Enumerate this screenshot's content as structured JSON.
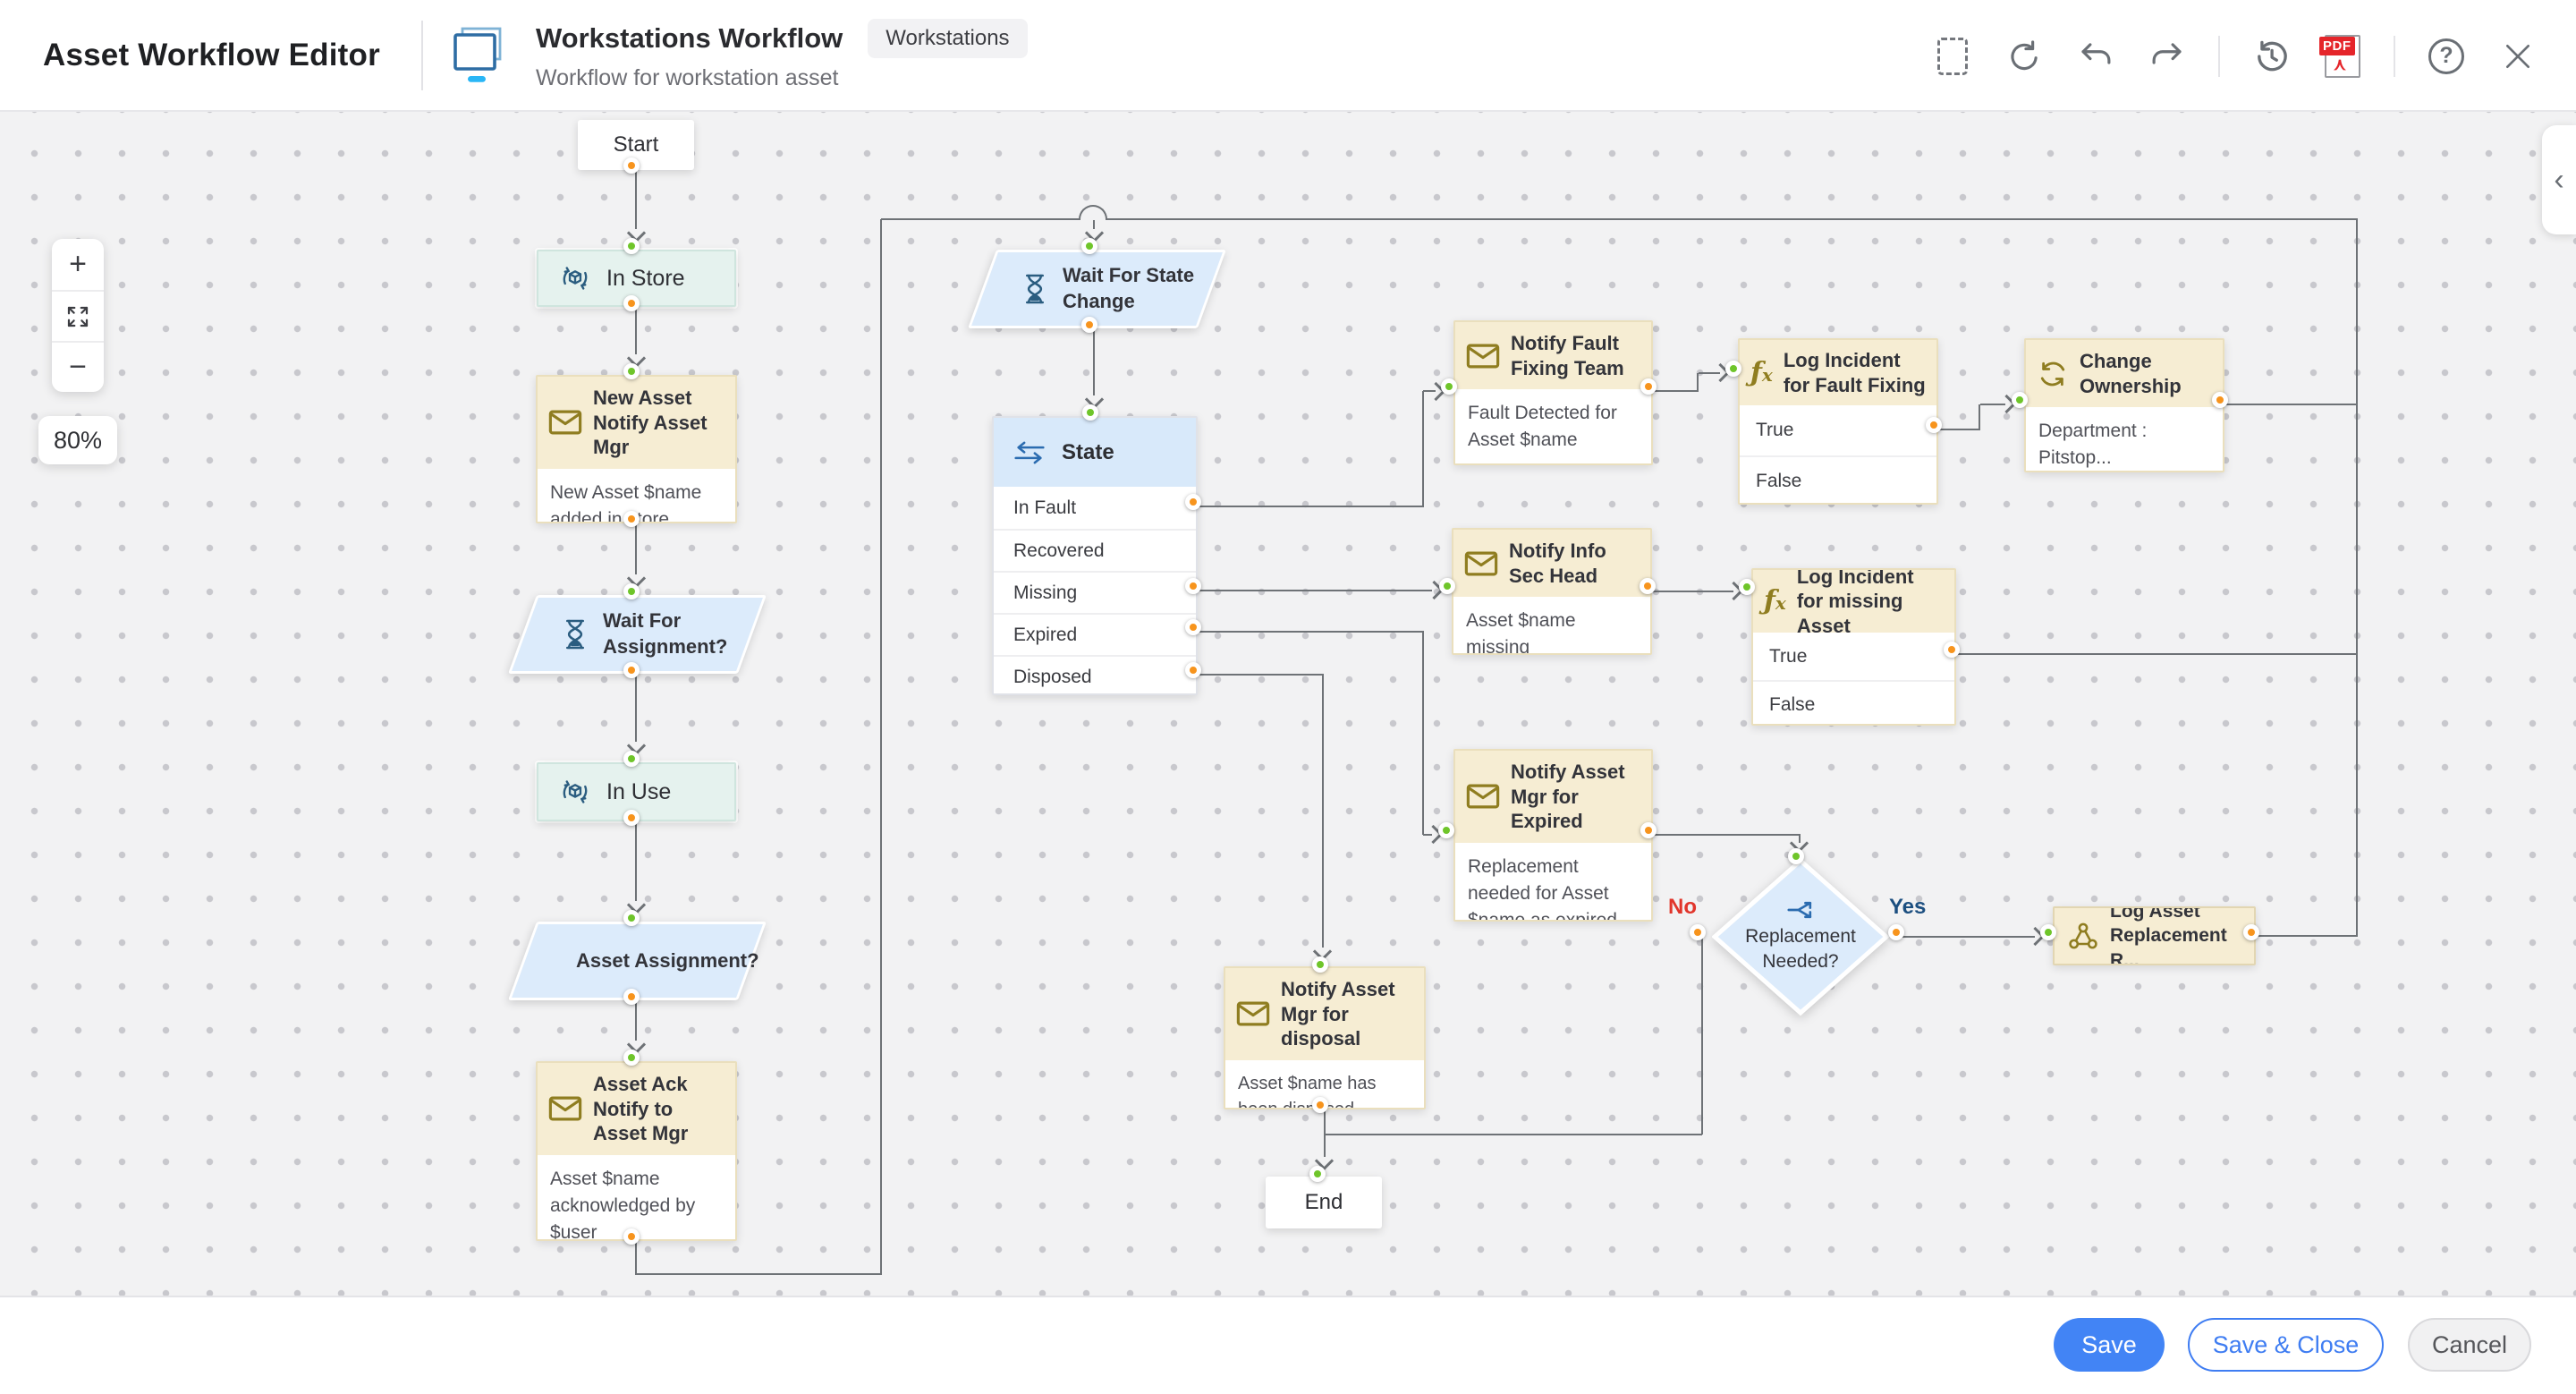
{
  "header": {
    "app_title": "Asset Workflow Editor",
    "workflow_title": "Workstations Workflow",
    "workflow_badge": "Workstations",
    "workflow_subtitle": "Workflow for workstation asset"
  },
  "zoom_controls": {
    "level": "80%"
  },
  "icons": {
    "help_glyph": "?",
    "pdf_label": "PDF",
    "collapse_glyph": "‹",
    "zoom_in_glyph": "+",
    "zoom_out_glyph": "−"
  },
  "footer": {
    "save": "Save",
    "save_and_close": "Save & Close",
    "cancel": "Cancel"
  },
  "nodes": {
    "start": {
      "label": "Start"
    },
    "in_store": {
      "label": "In Store"
    },
    "new_asset_notify": {
      "title": "New Asset Notify Asset Mgr",
      "body": "New  Asset $name added in store"
    },
    "wait_for_assignment": {
      "label": "Wait For Assignment?"
    },
    "in_use": {
      "label": "In Use"
    },
    "asset_assignment": {
      "label": "Asset Assignment?"
    },
    "asset_ack_notify": {
      "title": "Asset Ack Notify to Asset Mgr",
      "body": "Asset $name acknowledged by $user"
    },
    "wait_for_state_change": {
      "label": "Wait For State Change"
    },
    "state": {
      "label": "State",
      "branches": [
        "In Fault",
        "Recovered",
        "Missing",
        "Expired",
        "Disposed"
      ]
    },
    "notify_fault_fixing": {
      "title": "Notify Fault Fixing Team",
      "body": "Fault Detected for Asset $name"
    },
    "log_incident_fault": {
      "title": "Log Incident for Fault Fixing",
      "branches": [
        "True",
        "False"
      ]
    },
    "change_ownership": {
      "title": "Change Ownership",
      "body": "Department : Pitstop..."
    },
    "notify_info_sec": {
      "title": "Notify Info Sec Head",
      "body": "Asset $name  missing"
    },
    "log_incident_missing": {
      "title": "Log Incident for missing Asset",
      "branches": [
        "True",
        "False"
      ]
    },
    "notify_expired": {
      "title": "Notify Asset Mgr for Expired",
      "body": "Replacement needed for Asset $name as expired"
    },
    "replacement_needed": {
      "label": "Replacement Needed?",
      "no": "No",
      "yes": "Yes"
    },
    "log_asset_replacement": {
      "label": "Log Asset Replacement R..."
    },
    "notify_disposal": {
      "title": "Notify Asset Mgr for disposal",
      "body": "Asset $name has been disposed successfully"
    },
    "end": {
      "label": "End"
    }
  },
  "colors": {
    "primary_blue": "#4284f5",
    "port_input_green": "#6fc52a",
    "port_output_orange": "#f7941d",
    "edge_gray": "#6e7276",
    "mail_header_beige": "#f6edd3",
    "state_chip_mint": "#e5f2ee",
    "wait_blue": "#dcebfb",
    "no_red": "#e1352b",
    "yes_navy": "#1c4f80"
  }
}
